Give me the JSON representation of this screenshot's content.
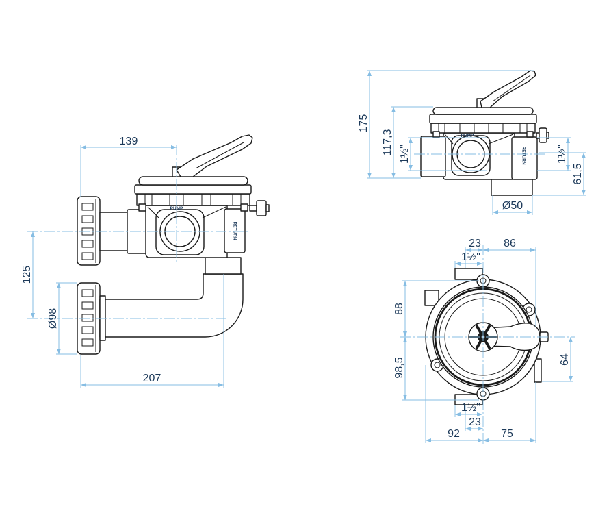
{
  "colors": {
    "outline": "#1a1a1a",
    "dimension_line": "#86bde3",
    "dimension_text": "#1d3a5a",
    "background": "#ffffff"
  },
  "side_view": {
    "pump_label": "PUMP",
    "return_label": "RETURN",
    "dimensions": {
      "handle_offset": "139",
      "port_spacing": "125",
      "union_diameter": "Ø98",
      "overall_length": "207"
    }
  },
  "front_view": {
    "pump_label": "PUMP",
    "return_label": "RETURN",
    "dimensions": {
      "overall_height": "175",
      "axis_height": "117,3",
      "port_left": "1½\"",
      "port_right": "1½\"",
      "outlet_height": "61,5",
      "outlet_diameter": "Ø50"
    }
  },
  "top_view": {
    "dimensions": {
      "top_offset": "23",
      "top_right": "86",
      "top_port": "1½\"",
      "upper_depth": "88",
      "lower_depth": "98,5",
      "right_port": "64",
      "bottom_port": "1½\"",
      "bottom_offset": "23",
      "bottom_left": "92",
      "bottom_right": "75"
    }
  }
}
